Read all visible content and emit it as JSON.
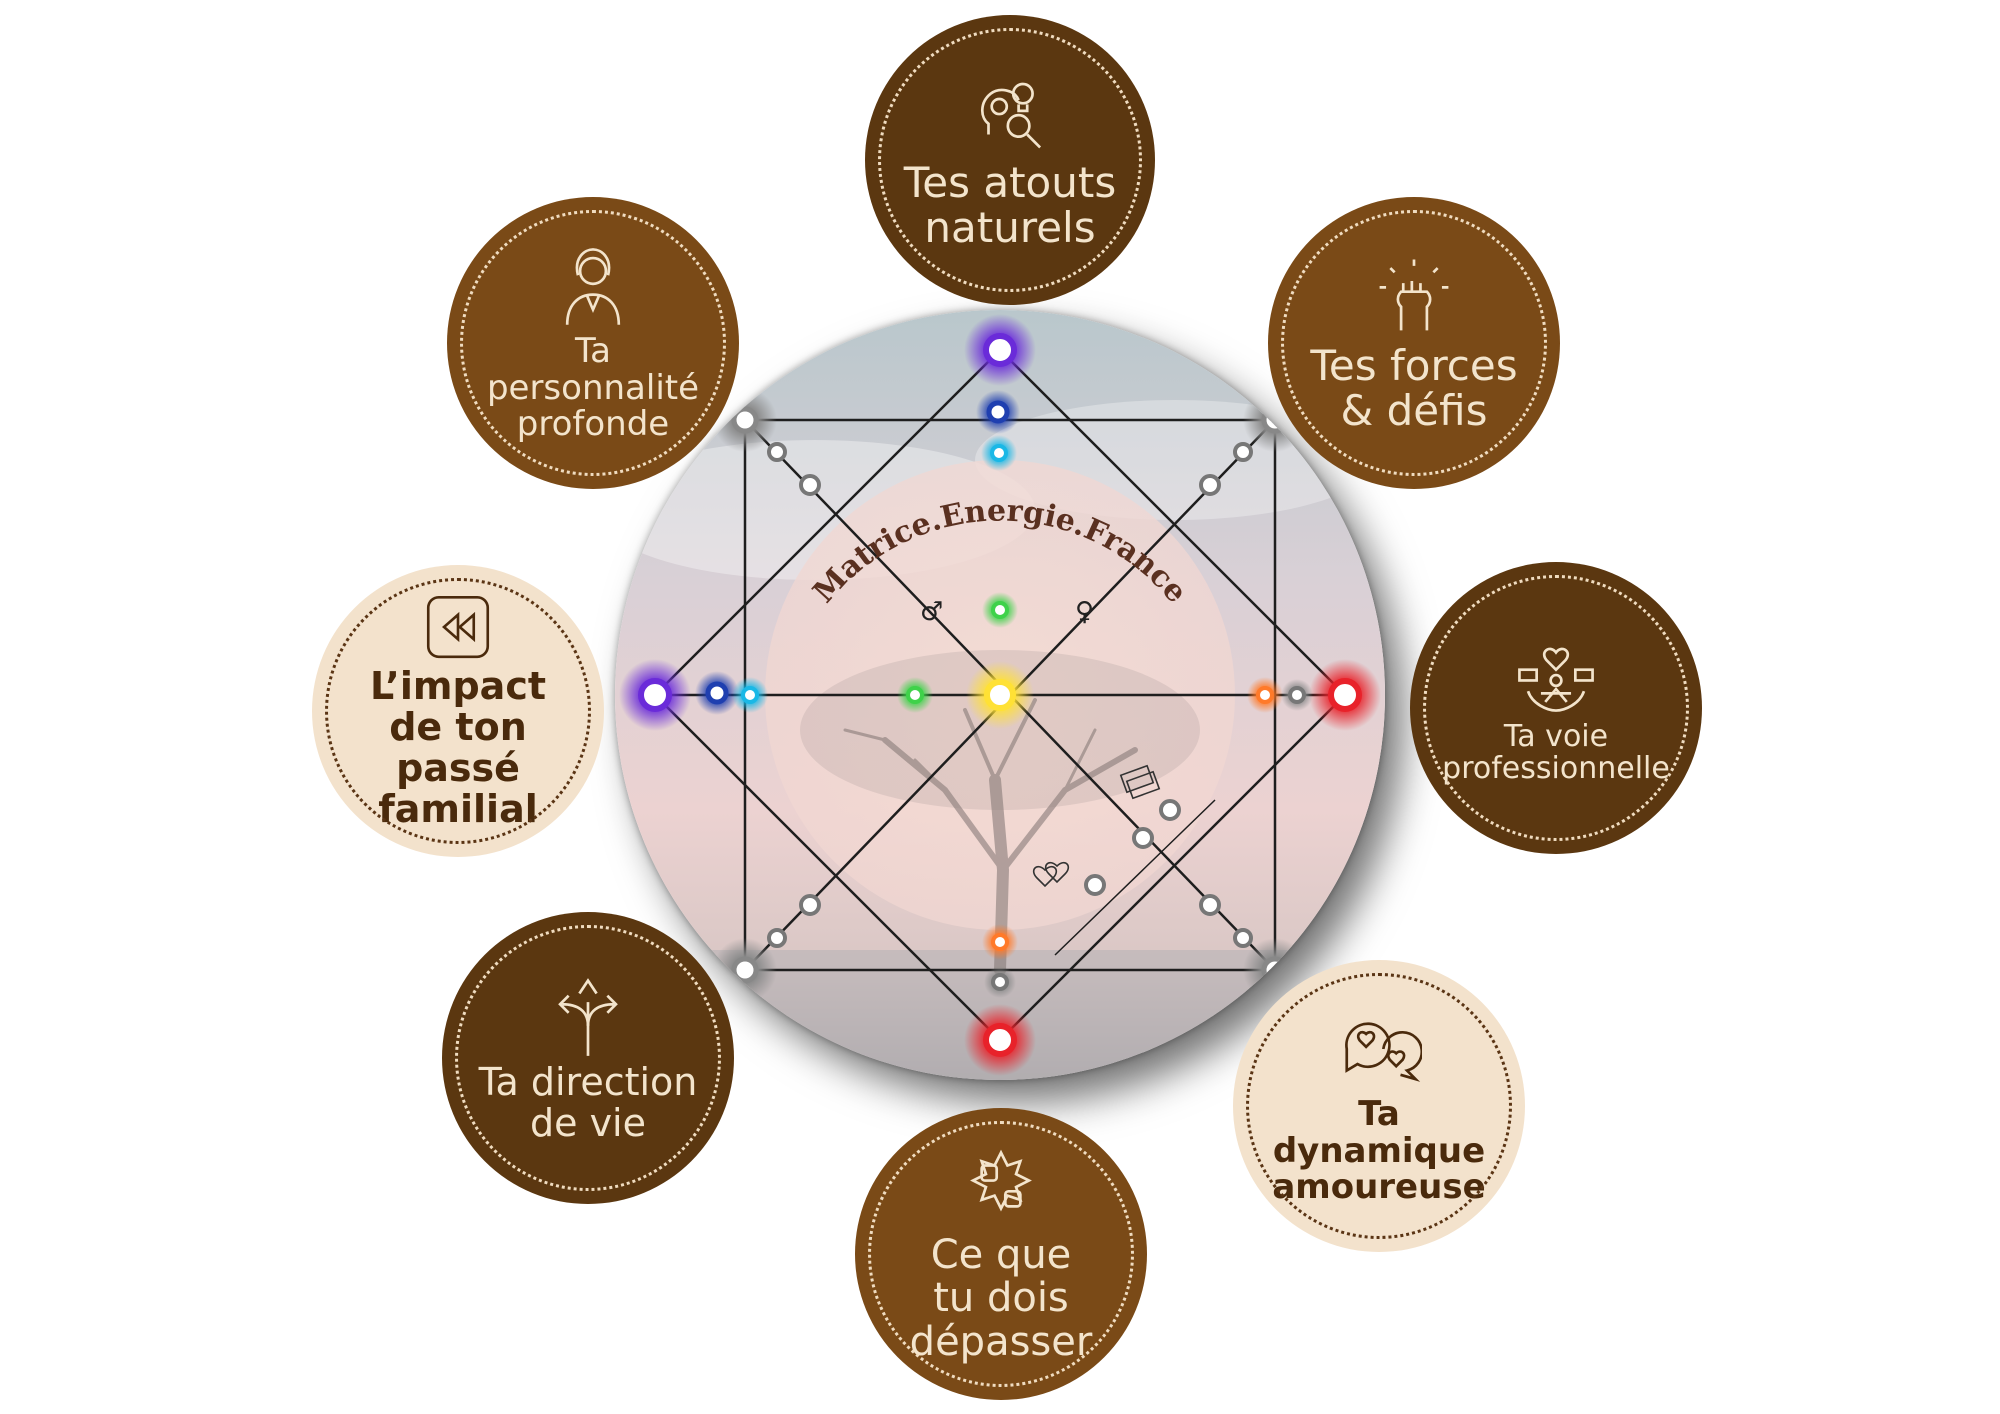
{
  "center": {
    "title": "Matrice.Energie.France",
    "male_symbol": "♂",
    "female_symbol": "♀"
  },
  "bubbles": [
    {
      "id": "atouts",
      "label": "Tes atouts\nnaturels",
      "tone": "dark",
      "icon": "mind-idea-icon"
    },
    {
      "id": "forces",
      "label": "Tes forces\n& défis",
      "tone": "mid",
      "icon": "raised-fist-icon"
    },
    {
      "id": "voie",
      "label": "Ta voie\nprofessionnelle",
      "tone": "dark",
      "icon": "work-life-balance-icon"
    },
    {
      "id": "dynamique",
      "label": "Ta\ndynamique\namoureuse",
      "tone": "light",
      "icon": "chat-hearts-icon"
    },
    {
      "id": "depasser",
      "label": "Ce que\ntu dois\ndépasser",
      "tone": "mid",
      "icon": "conflict-icon"
    },
    {
      "id": "direction",
      "label": "Ta direction\nde vie",
      "tone": "dark",
      "icon": "split-arrows-icon"
    },
    {
      "id": "impact",
      "label": "L’impact\nde ton\npassé\nfamilial",
      "tone": "light",
      "icon": "rewind-icon"
    },
    {
      "id": "personnalite",
      "label": "Ta\npersonnalité\nprofonde",
      "tone": "mid",
      "icon": "woman-portrait-icon"
    }
  ],
  "colors": {
    "bubble_dark": "#5b3710",
    "bubble_mid": "#7a4a17",
    "bubble_light": "#f3e2cc",
    "node_violet": "#6a2bd9",
    "node_blue": "#1f3fb0",
    "node_cyan": "#1ab8e6",
    "node_green": "#3fd24a",
    "node_yellow": "#ffe135",
    "node_orange": "#ff7a2a",
    "node_red": "#e8222a",
    "node_grey": "#8b8b8b"
  }
}
